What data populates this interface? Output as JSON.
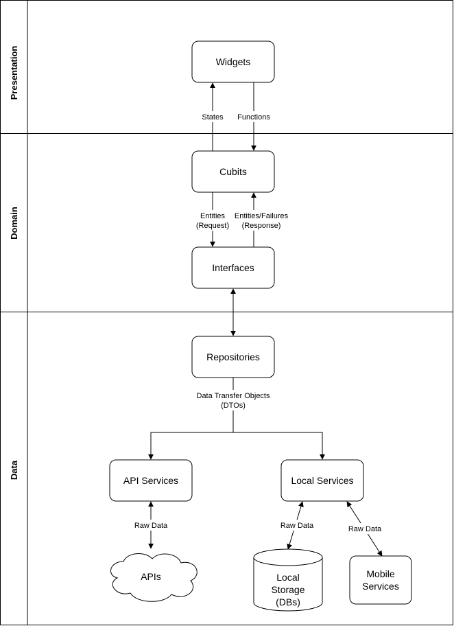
{
  "lanes": [
    {
      "id": "presentation",
      "label": "Presentation"
    },
    {
      "id": "domain",
      "label": "Domain"
    },
    {
      "id": "data",
      "label": "Data"
    }
  ],
  "nodes": {
    "widgets": "Widgets",
    "cubits": "Cubits",
    "interfaces": "Interfaces",
    "repositories": "Repositories",
    "api_services": "API Services",
    "local_services": "Local Services",
    "apis": "APIs",
    "local_storage": [
      "Local",
      "Storage",
      "(DBs)"
    ],
    "mobile_services": [
      "Mobile",
      "Services"
    ]
  },
  "edges": {
    "states": "States",
    "functions": "Functions",
    "entities_request": [
      "Entities",
      "(Request)"
    ],
    "entities_failures_response": [
      "Entities/Failures",
      "(Response)"
    ],
    "dtos": [
      "Data Transfer Objects",
      "(DTOs)"
    ],
    "raw_data_api": "Raw Data",
    "raw_data_storage": "Raw Data",
    "raw_data_mobile": "Raw Data"
  }
}
